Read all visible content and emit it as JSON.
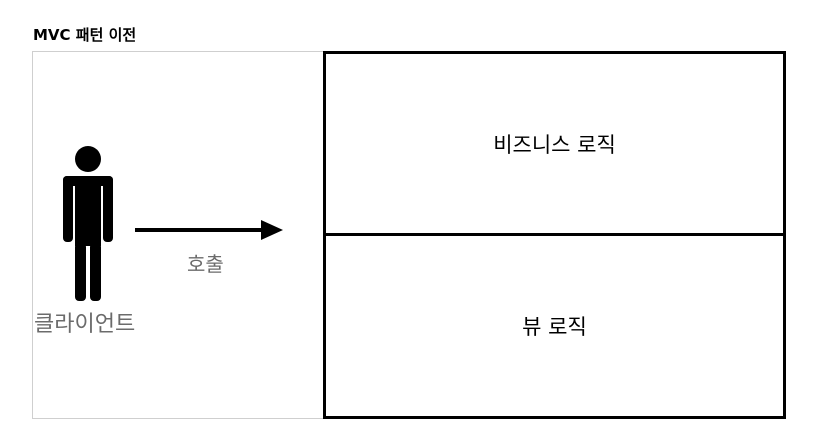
{
  "diagram": {
    "title": "MVC 패턴 이전",
    "client_label": "클라이언트",
    "call_label": "호출",
    "boxes": {
      "business_logic": "비즈니스 로직",
      "view_logic": "뷰 로직"
    },
    "colors": {
      "stroke": "#000000",
      "label_gray": "#6b6b6b",
      "frame_border": "#cfcfcf"
    },
    "icons": {
      "client": "person-icon",
      "call": "arrow-right-icon"
    }
  }
}
